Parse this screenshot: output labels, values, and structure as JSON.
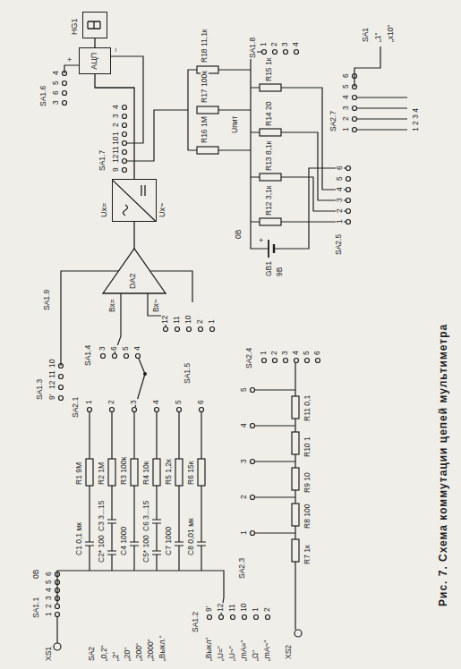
{
  "diagram": {
    "caption": "Рис. 7. Схема коммутации цепей мультиметра",
    "nodes": [
      {
        "text": [
          "DA2"
        ]
      },
      {
        "text": [
          "Uх=",
          "Uх~"
        ]
      },
      {
        "text": [
          "АЦП"
        ]
      },
      {
        "text": [
          "HG1"
        ]
      }
    ],
    "edges": [
      {
        "from": 0,
        "to": 1,
        "arrow": "none"
      },
      {
        "from": 1,
        "to": 2,
        "arrow": "none"
      },
      {
        "from": 2,
        "to": 3,
        "arrow": "none"
      }
    ],
    "labels": [
      "XS1",
      "SA1.1",
      "0В",
      "SA2",
      "„0,2“",
      "„2“",
      "„20“",
      "„200“",
      "„2000“",
      "„Выкл.“",
      "C1 0,1 мк",
      "C2* 100",
      "C3 3...15",
      "C4 1000",
      "C5* 100",
      "C6 3...15",
      "C7 1000",
      "C8 0,01 мк",
      "R1 9М",
      "R2 1М",
      "R3 100к",
      "R4 10к",
      "R5 1,2к",
      "R6 15к",
      "SA2.1",
      "SA1.3",
      "SA1.4",
      "SA1.9",
      "SA1.5",
      "Вх=",
      "Вх~",
      "SA1.2",
      "„Выкл“",
      "„U=“",
      "„U~“",
      "„mA=“",
      "„Ω“",
      "„mA~“",
      "XS2",
      "R7 1к",
      "R8 100",
      "R9 10",
      "R10 1",
      "R11 0,1",
      "SA2.3",
      "SA2.4",
      "SA1.6",
      "SA1.7",
      "+",
      "−",
      "R16 1М",
      "R17 100к",
      "R18 11,1к",
      "Uпит",
      "R12 3,1к",
      "R13 8,1к",
      "R14 20",
      "R15 1к",
      "GB1",
      "9В",
      "+",
      "0В",
      "SA1.8",
      "SA2.5",
      "SA2.7",
      "1 2 3 4",
      "SA1",
      "„1“",
      "„x10“",
      "1",
      "2",
      "3",
      "4",
      "5",
      "6",
      "1",
      "2",
      "3",
      "4",
      "5",
      "6",
      "9'",
      "12",
      "11",
      "10",
      "3",
      "6",
      "5",
      "4",
      "12",
      "11",
      "10",
      "2",
      "1",
      "9'",
      "12",
      "11",
      "10",
      "1",
      "2",
      "1",
      "2",
      "3",
      "4",
      "5",
      "1",
      "2",
      "3",
      "4",
      "5",
      "6",
      "3",
      "6",
      "5",
      "4",
      "9",
      "12",
      "11",
      "10",
      "1",
      "2",
      "3",
      "4",
      "1",
      "2",
      "3",
      "4",
      "1",
      "2",
      "3",
      "4",
      "5",
      "6",
      "1",
      "2",
      "3",
      "4",
      "5",
      "6"
    ]
  }
}
